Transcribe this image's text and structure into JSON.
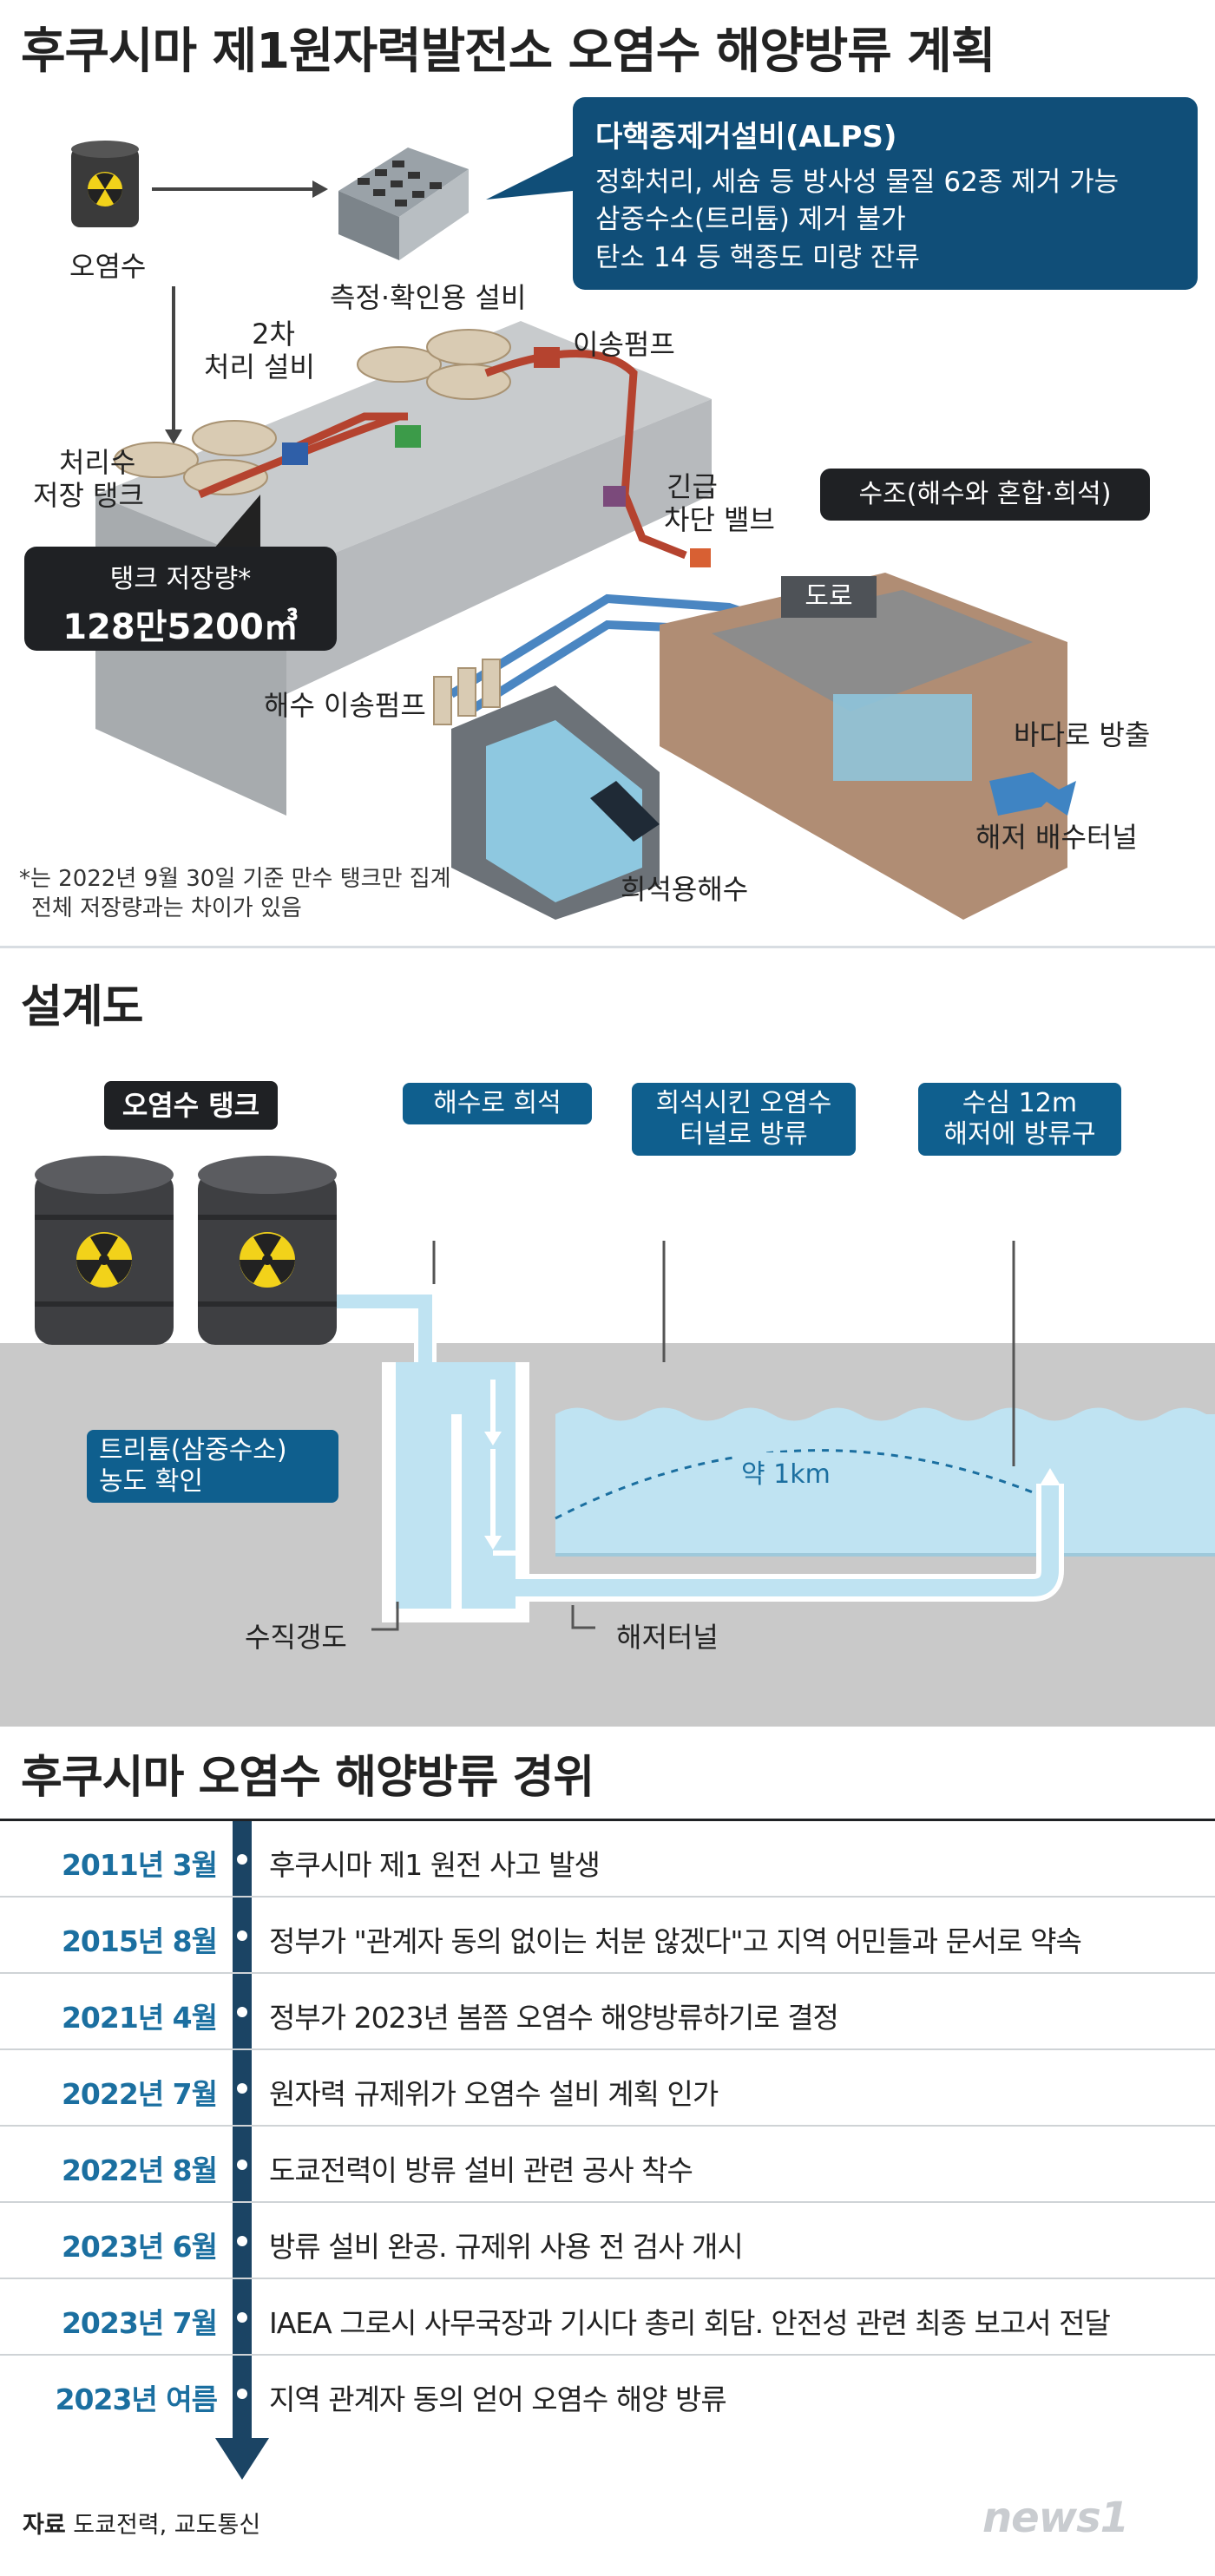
{
  "header": {
    "title": "후쿠시마 제1원자력발전소 오염수 해양방류 계획"
  },
  "plant": {
    "contaminated_water": "오염수",
    "alps_box": {
      "title": "다핵종제거설비(ALPS)",
      "line1": "정화처리, 세슘 등 방사성 물질 62종 제거 가능",
      "line2": "삼중수소(트리튬) 제거 불가",
      "line3": "탄소 14 등 핵종도 미량 잔류"
    },
    "labels": {
      "measurement_facility": "측정·확인용 설비",
      "secondary_treatment_1": "2차",
      "secondary_treatment_2": "처리 설비",
      "transfer_pump": "이송펌프",
      "treated_storage_1": "처리수",
      "treated_storage_2": "저장 탱크",
      "emergency_valve_1": "긴급",
      "emergency_valve_2": "차단 밸브",
      "mixing_tank": "수조(해수와 혼합·희석)",
      "road": "도로",
      "seawater_pump": "해수 이송펌프",
      "to_sea": "바다로 방출",
      "seabed_tunnel": "해저 배수터널",
      "dilution_seawater": "희석용해수"
    },
    "tank_storage": {
      "label": "탱크 저장량*",
      "value": "128만5200㎥"
    },
    "footnote_1": "*는 2022년 9월 30일 기준 만수 탱크만 집계",
    "footnote_2": "전체 저장량과는 차이가 있음"
  },
  "design": {
    "title": "설계도",
    "tank_label": "오염수 탱크",
    "dilute_label": "해수로 희석",
    "tunnel_release_1": "희석시킨 오염수",
    "tunnel_release_2": "터널로 방류",
    "outlet_1": "수심 12m",
    "outlet_2": "해저에 방류구",
    "tritium_check_1": "트리튬(삼중수소)",
    "tritium_check_2": "농도 확인",
    "distance": "약 1km",
    "shaft": "수직갱도",
    "seabed_tunnel": "해저터널"
  },
  "timeline": {
    "title": "후쿠시마 오염수 해양방류 경위",
    "events": [
      {
        "date": "2011년 3월",
        "text": "후쿠시마 제1 원전 사고 발생"
      },
      {
        "date": "2015년 8월",
        "text": "정부가 \"관계자 동의 없이는 처분 않겠다\"고 지역 어민들과 문서로 약속"
      },
      {
        "date": "2021년 4월",
        "text": "정부가 2023년 봄쯤 오염수 해양방류하기로 결정"
      },
      {
        "date": "2022년 7월",
        "text": "원자력 규제위가 오염수 설비 계획 인가"
      },
      {
        "date": "2022년 8월",
        "text": "도쿄전력이 방류 설비 관련 공사 착수"
      },
      {
        "date": "2023년 6월",
        "text": "방류 설비 완공. 규제위 사용 전 검사 개시"
      },
      {
        "date": "2023년 7월",
        "text": "IAEA 그로시 사무국장과 기시다 총리 회담. 안전성 관련 최종 보고서 전달"
      },
      {
        "date": "2023년 여름",
        "text": "지역 관계자 동의 얻어 오염수 해양 방류"
      }
    ]
  },
  "footer": {
    "source_label": "자료",
    "source_text": "도쿄전력, 교도통신",
    "logo": "news1"
  },
  "colors": {
    "navy": "#104e78",
    "accent_blue": "#1b6fa0",
    "water": "#bfe3f2",
    "ground": "#c9c9c9",
    "soil": "#b08d74"
  }
}
